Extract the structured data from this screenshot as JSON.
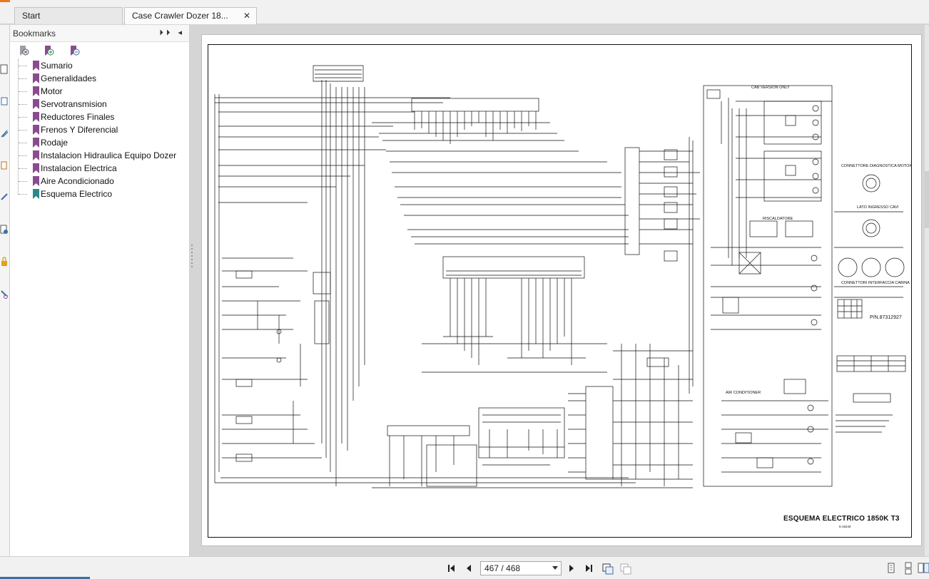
{
  "tabs": [
    {
      "label": "Start"
    },
    {
      "label": "Case Crawler Dozer 18...",
      "close_icon": "close-icon"
    }
  ],
  "bookmarks": {
    "title": "Bookmarks",
    "header_controls": "⏵⏵ ◂",
    "toolbar_icons": [
      "delete-bookmark-icon",
      "add-bookmark-icon",
      "expand-bookmark-icon"
    ],
    "items": [
      {
        "label": "Sumario",
        "color": "#8a4c8e"
      },
      {
        "label": "Generalidades",
        "color": "#8a4c8e"
      },
      {
        "label": "Motor",
        "color": "#8a4c8e"
      },
      {
        "label": "Servotransmision",
        "color": "#8a4c8e"
      },
      {
        "label": "Reductores Finales",
        "color": "#8a4c8e"
      },
      {
        "label": "Frenos Y Diferencial",
        "color": "#8a4c8e"
      },
      {
        "label": "Rodaje",
        "color": "#8a4c8e"
      },
      {
        "label": "Instalacion Hidraulica Equipo Dozer",
        "color": "#8a4c8e"
      },
      {
        "label": "Instalacion Electrica",
        "color": "#8a4c8e"
      },
      {
        "label": "Aire Acondicionado",
        "color": "#8a4c8e"
      },
      {
        "label": "Esquema Electrico",
        "color": "#2a8a8a"
      }
    ]
  },
  "document": {
    "sheet_title": "ESQUEMA ELECTRICO 1850K T3",
    "sheet_code": "5-16240",
    "labels": {
      "cab_version": "CAB VERSION ONLY",
      "conn_diag": "CONNETTORE DIAGNOSTICA MOTORE",
      "lato_ingresso": "LATO INGRESSO CAVI",
      "riscaldatore": "RISCALDATORE",
      "conn_interfaccia": "CONNETTORI INTERFACCIA CABINA",
      "pn": "P/N.87312927",
      "air_conditioner": "AIR CONDITIONER"
    }
  },
  "navigation": {
    "page_display": "467 / 468",
    "icons": [
      "first-page-icon",
      "previous-page-icon",
      "next-page-icon",
      "last-page-icon",
      "previous-view-icon",
      "next-view-icon"
    ],
    "view_icons": [
      "single-page-icon",
      "continuous-page-icon",
      "facing-page-icon"
    ]
  },
  "colors": {
    "accent_orange": "#e87a1a",
    "accent_blue": "#3b6fa5",
    "bookmark_purple": "#8a4c8e",
    "bookmark_teal": "#2a8a8a"
  }
}
